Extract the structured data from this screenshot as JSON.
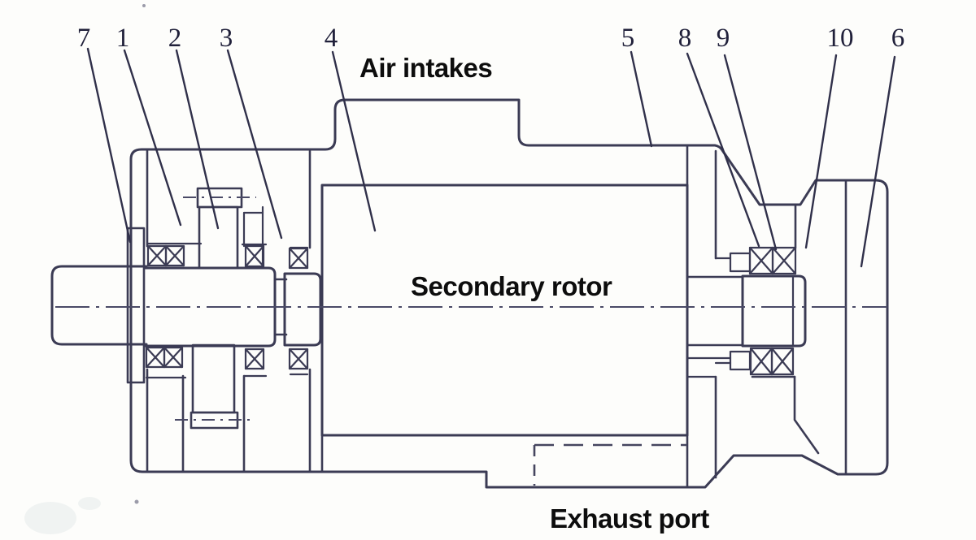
{
  "diagram": {
    "labels": {
      "air_intakes": "Air intakes",
      "secondary_rotor": "Secondary rotor",
      "exhaust_port": "Exhaust port"
    },
    "callouts": [
      {
        "number": "7"
      },
      {
        "number": "1"
      },
      {
        "number": "2"
      },
      {
        "number": "3"
      },
      {
        "number": "4"
      },
      {
        "number": "5"
      },
      {
        "number": "8"
      },
      {
        "number": "9"
      },
      {
        "number": "10"
      },
      {
        "number": "6"
      }
    ],
    "colors": {
      "line_color": "#3b3b54",
      "leader_color": "#30304a",
      "label_text": "#0d0d0d",
      "number_text": "#20203a",
      "background": "#fdfdfb"
    }
  }
}
